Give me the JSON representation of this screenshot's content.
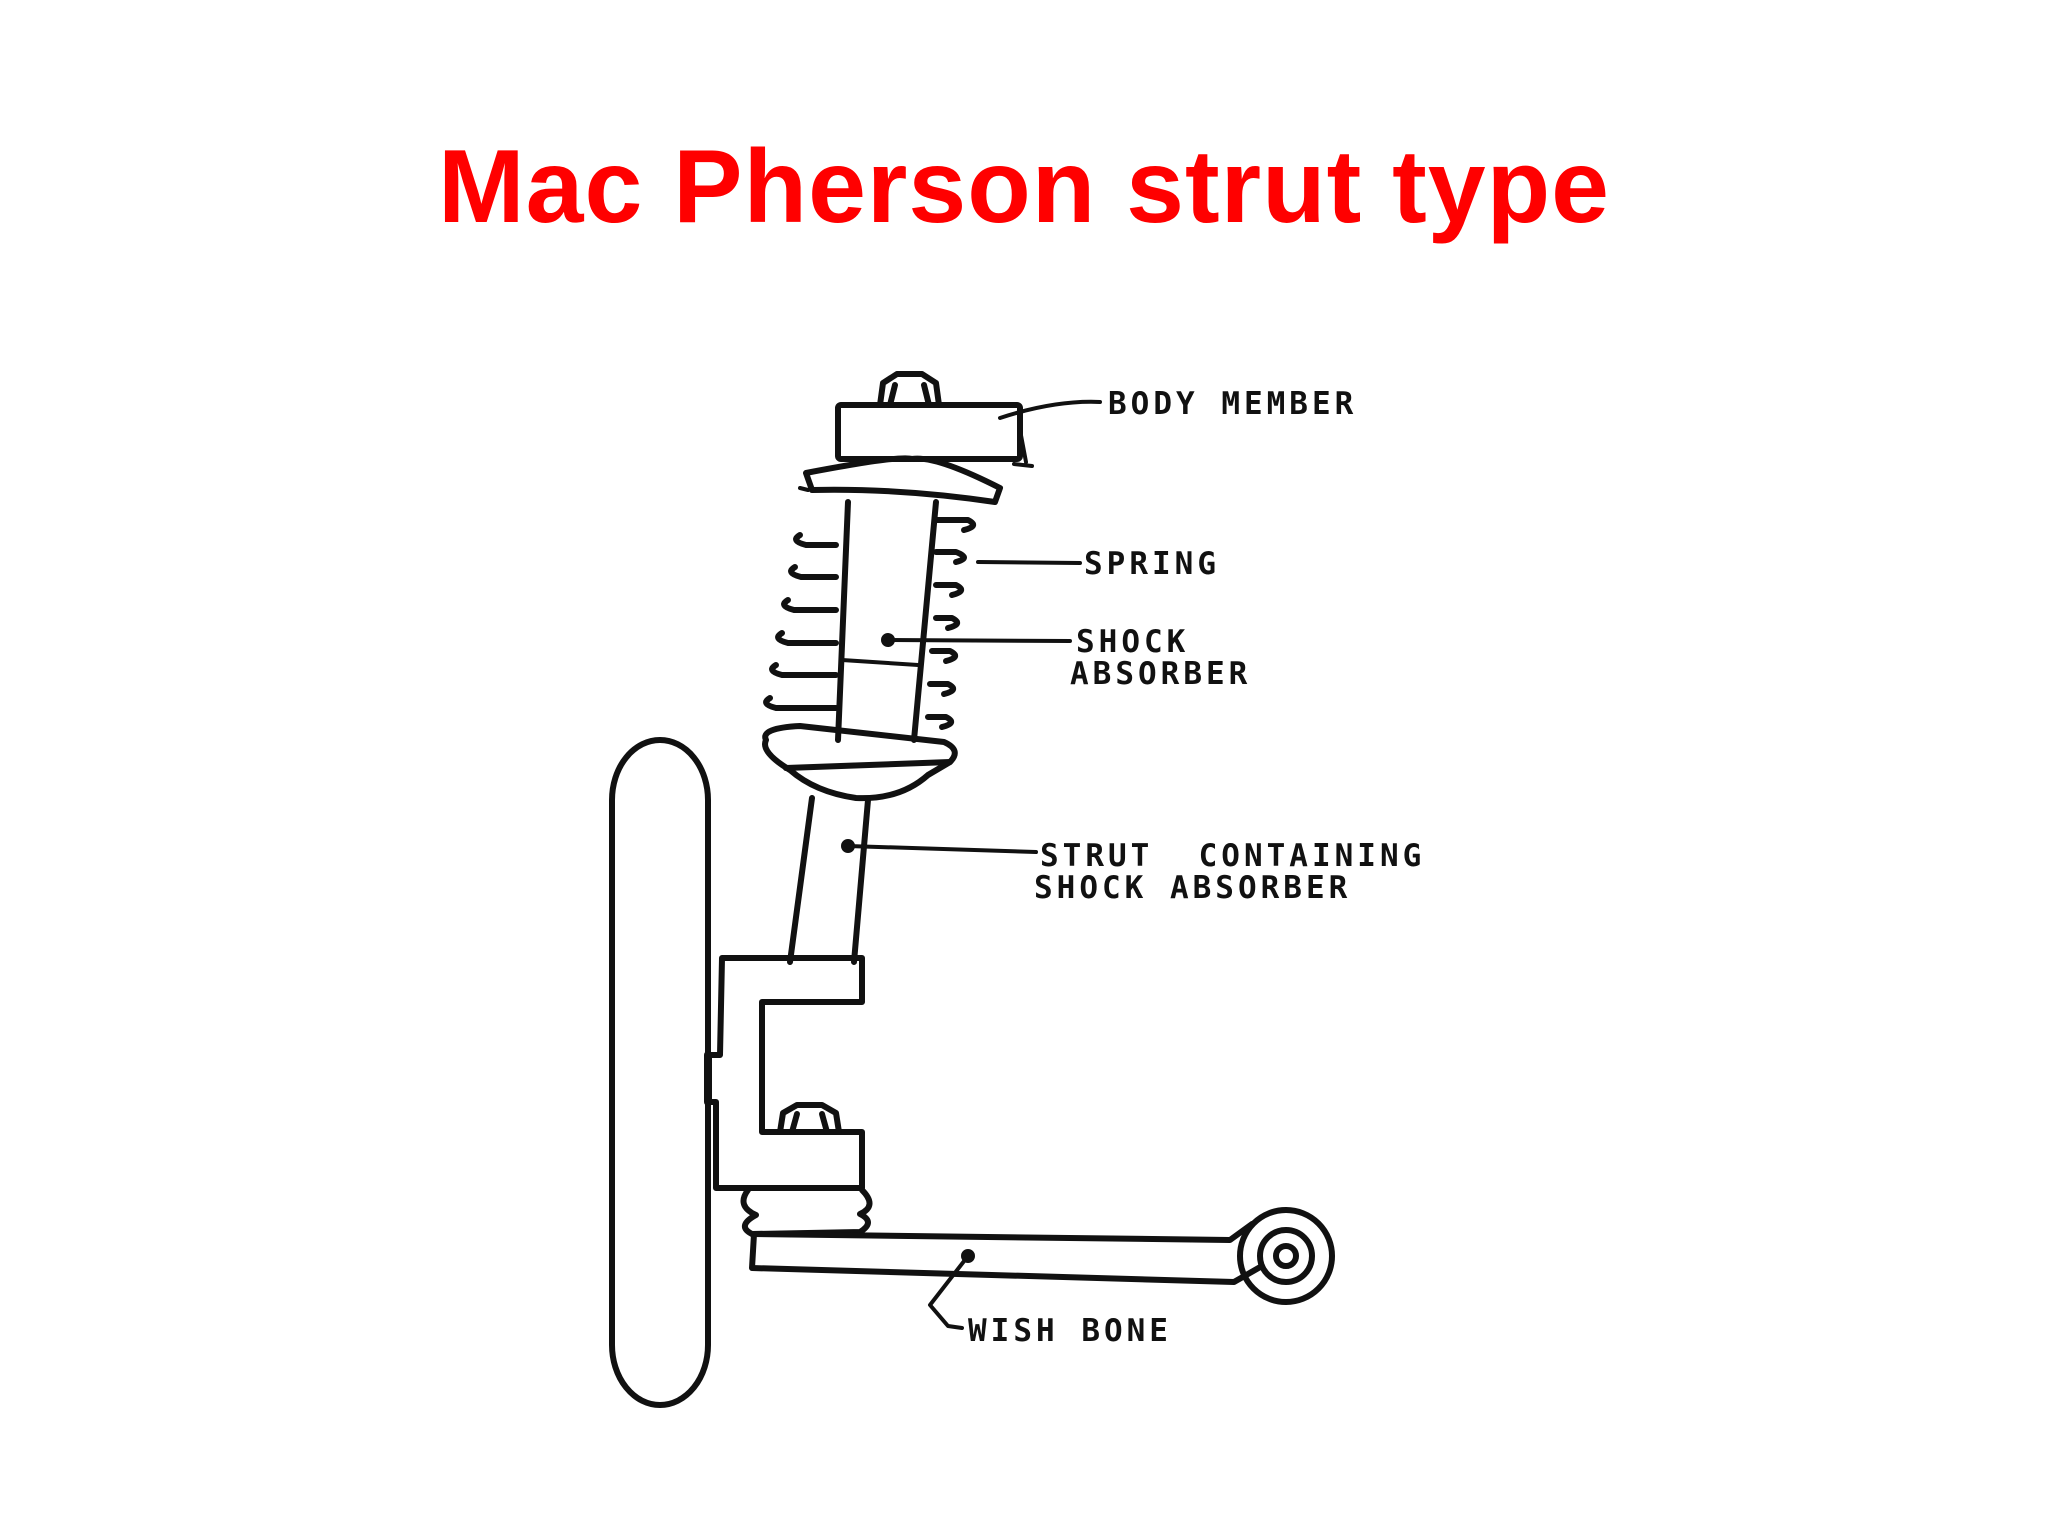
{
  "slide": {
    "title": "Mac Pherson strut type",
    "title_color": "#ff0000",
    "background_color": "#ffffff"
  },
  "diagram": {
    "ink_color": "#111111",
    "labels": {
      "body_member": "BODY MEMBER",
      "spring": "SPRING",
      "shock_absorber_line1": "SHOCK",
      "shock_absorber_line2": "ABSORBER",
      "strut_line1": "STRUT  CONTAINING",
      "strut_line2": "SHOCK ABSORBER",
      "wish_bone": "WISH BONE"
    }
  }
}
